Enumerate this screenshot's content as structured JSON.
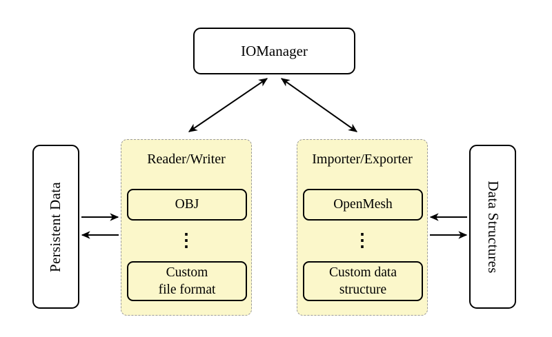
{
  "nodes": {
    "iomanager": {
      "label": "IOManager"
    },
    "persistent_data": {
      "label": "Persistent Data"
    },
    "data_structures": {
      "label": "Data Structures"
    }
  },
  "groups": [
    {
      "title": "Reader/Writer",
      "top_box": "OBJ",
      "dots": "⋮",
      "bottom_box_lines": [
        "Custom",
        "file format"
      ]
    },
    {
      "title": "Importer/Exporter",
      "top_box": "OpenMesh",
      "dots": "⋮",
      "bottom_box_lines": [
        "Custom data",
        "structure"
      ]
    }
  ],
  "colors": {
    "background": "#FFFFFF",
    "group_fill": "#FBF7CA",
    "group_border": "#9A9A9A",
    "node_fill": "#FFFFFF",
    "node_border": "#000000",
    "arrow": "#000000"
  }
}
